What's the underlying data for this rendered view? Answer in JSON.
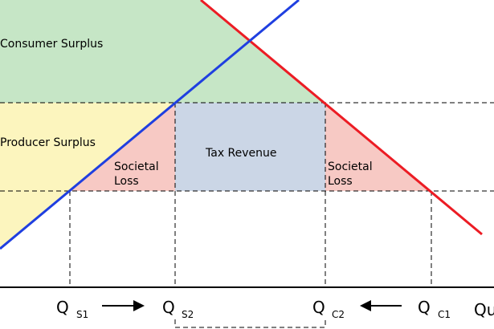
{
  "regions": {
    "consumer_surplus": "Consumer Surplus",
    "producer_surplus": "Producer Surplus",
    "tax_revenue": "Tax Revenue",
    "societal_loss_left": [
      "Societal",
      "Loss"
    ],
    "societal_loss_right": [
      "Societal",
      "Loss"
    ]
  },
  "axis": {
    "q_s1": {
      "main": "Q",
      "sub": "S1"
    },
    "q_s2": {
      "main": "Q",
      "sub": "S2"
    },
    "q_c2": {
      "main": "Q",
      "sub": "C2"
    },
    "q_c1": {
      "main": "Q",
      "sub": "C1"
    },
    "x_axis_label_partial": "Qu"
  },
  "colors": {
    "consumer_surplus": "#c6e6c6",
    "producer_surplus": "#fcf5be",
    "societal_loss": "#f7c9c4",
    "tax_revenue": "#cbd6e6",
    "supply_curve": "#1f3fe0",
    "demand_curve": "#ec1c24"
  }
}
